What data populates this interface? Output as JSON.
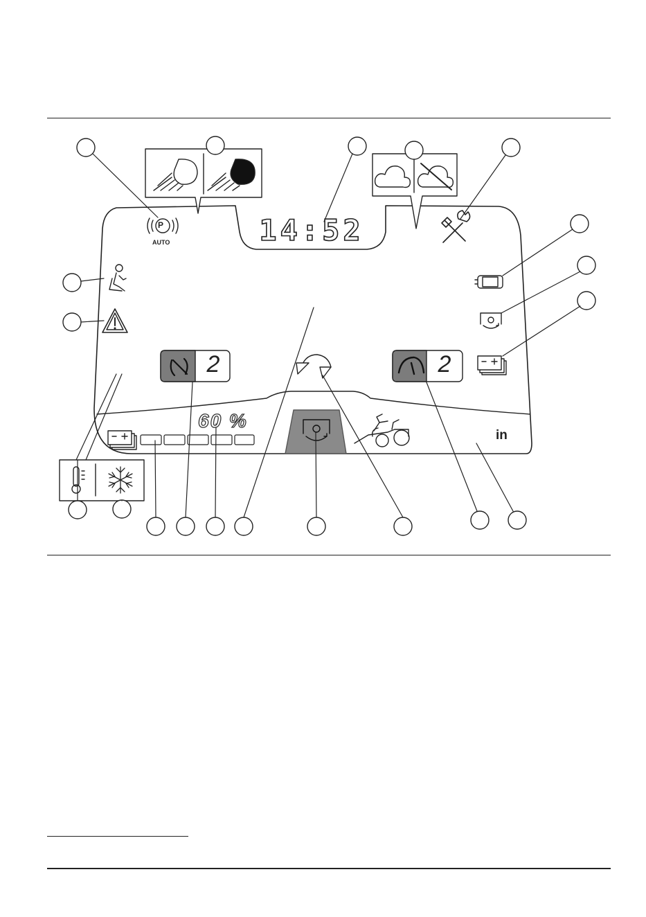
{
  "display": {
    "clock": "14:52",
    "parking_brake_label": "AUTO",
    "parking_brake_letter": "P",
    "left_gear_value": "2",
    "right_gear_value": "2",
    "battery_percent": "60 %",
    "unit_label": "in"
  },
  "icons": [
    "parking-brake-auto-icon",
    "headlight-off-icon",
    "headlight-on-icon",
    "cloud-icon",
    "cloud-off-icon",
    "service-tools-icon",
    "seat-operator-icon",
    "warning-triangle-icon",
    "cutting-unit-icon",
    "pto-gear-icon",
    "battery-stack-icon",
    "rotation-speed-icon",
    "speed-gauge-icon",
    "mower-tractor-icon",
    "thermometer-icon",
    "snowflake-icon",
    "cutting-height-icon",
    "battery-icon"
  ],
  "colors": {
    "line": "#222222",
    "highlight": "#8a8a8a",
    "tile_fill": "#7c7c7c"
  }
}
